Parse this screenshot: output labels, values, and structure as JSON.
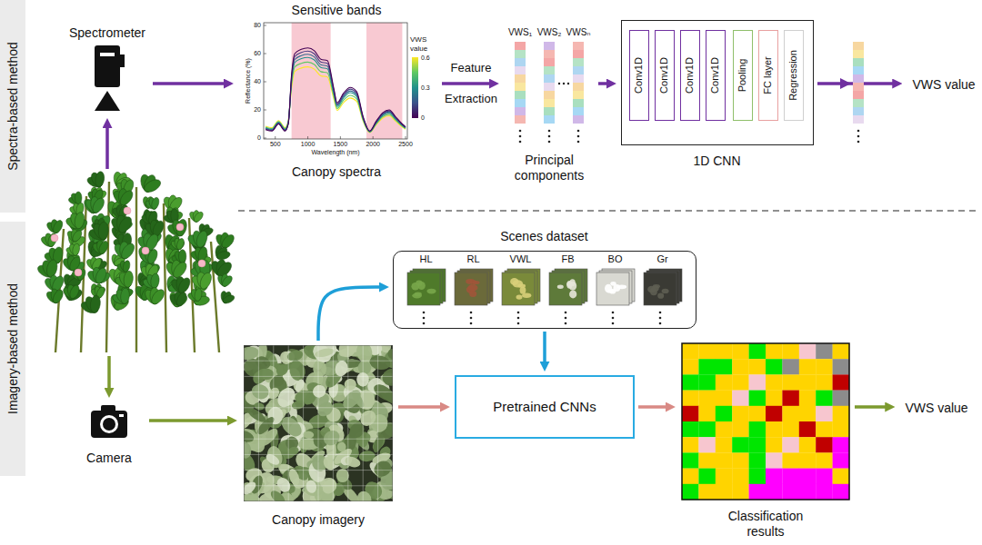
{
  "diagram": {
    "nodes": [
      {
        "text": [
          "Spectra-based method"
        ]
      },
      {
        "text": [
          "Imagery-based method"
        ]
      },
      {
        "text": [
          "Spectrometer"
        ]
      },
      {
        "text": [
          "Sensitive bands",
          "Canopy spectra"
        ]
      },
      {
        "text": [
          "VWS₁",
          "VWS₂",
          "VWSₙ",
          "Principal components"
        ]
      },
      {
        "text": [
          "1D CNN"
        ]
      },
      {
        "text": [
          "Conv1D"
        ],
        "in": 5
      },
      {
        "text": [
          "Conv1D"
        ],
        "in": 5
      },
      {
        "text": [
          "Conv1D"
        ],
        "in": 5
      },
      {
        "text": [
          "Conv1D"
        ],
        "in": 5
      },
      {
        "text": [
          "Pooling"
        ],
        "in": 5
      },
      {
        "text": [
          "FC layer"
        ],
        "in": 5
      },
      {
        "text": [
          "Regression"
        ],
        "in": 5
      },
      {
        "text": [
          "VWS value"
        ]
      },
      {
        "text": [
          "Camera"
        ]
      },
      {
        "text": [
          "Canopy imagery"
        ]
      },
      {
        "text": [
          "Scenes dataset",
          "HL",
          "RL",
          "VWL",
          "FB",
          "BO",
          "Gr"
        ]
      },
      {
        "text": [
          "Pretrained CNNs"
        ]
      },
      {
        "text": [
          "Classification results"
        ]
      },
      {
        "text": [
          "VWS value"
        ]
      }
    ],
    "edges": [
      {
        "from": 2,
        "to": 3,
        "arrow": "to"
      },
      {
        "from": 3,
        "to": 4,
        "label": "Feature Extraction",
        "arrow": "to"
      },
      {
        "from": 4,
        "to": 5,
        "arrow": "to"
      },
      {
        "from": 5,
        "to": 13,
        "arrow": "to"
      },
      {
        "from": 14,
        "to": 15,
        "arrow": "to"
      },
      {
        "from": 15,
        "to": 16,
        "arrow": "to"
      },
      {
        "from": 16,
        "to": 17,
        "arrow": "to"
      },
      {
        "from": 15,
        "to": 17,
        "arrow": "to"
      },
      {
        "from": 17,
        "to": 18,
        "arrow": "to"
      },
      {
        "from": 18,
        "to": 19,
        "arrow": "to"
      }
    ],
    "labels": [
      "Reflectance (%)",
      "Wavelength (nm)",
      "0",
      "20",
      "40",
      "60",
      "80",
      "500",
      "1000",
      "1500",
      "2000",
      "2500",
      "VWS value",
      "0.6",
      "0.3",
      "0"
    ]
  }
}
